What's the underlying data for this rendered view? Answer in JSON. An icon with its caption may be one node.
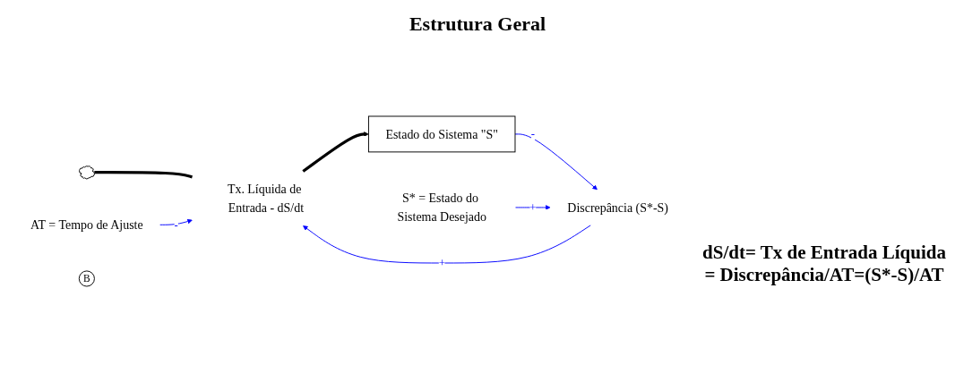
{
  "diagram": {
    "title": "Estrutura Geral",
    "nodes": [
      {
        "text": [],
        "shape": "cloud"
      },
      {
        "text": [
          "Tx. Líquida de Entrada - dS/dt"
        ]
      },
      {
        "text": [
          "Estado do Sistema \"S\""
        ]
      },
      {
        "text": [
          "S* = Estado do Sistema Desejado"
        ]
      },
      {
        "text": [
          "Discrepância (S*-S)"
        ]
      },
      {
        "text": [
          "AT = Tempo de Ajuste"
        ]
      },
      {
        "text": [
          "B"
        ]
      }
    ],
    "edges": [
      {
        "from": 0,
        "to": 1,
        "arrow": "none",
        "style": "thick",
        "color": "#000000"
      },
      {
        "from": 1,
        "to": 2,
        "arrow": "to",
        "style": "thick",
        "color": "#000000"
      },
      {
        "from": 2,
        "to": 4,
        "arrow": "to",
        "label": "-"
      },
      {
        "from": 3,
        "to": 4,
        "arrow": "to",
        "label": "+"
      },
      {
        "from": 4,
        "to": 1,
        "arrow": "to",
        "label": "+"
      },
      {
        "from": 5,
        "to": 1,
        "arrow": "to",
        "label": "-"
      }
    ],
    "labels": [
      "dS/dt= Tx de Entrada Líquida = Discrepância/AT=(S*-S)/AT"
    ]
  }
}
